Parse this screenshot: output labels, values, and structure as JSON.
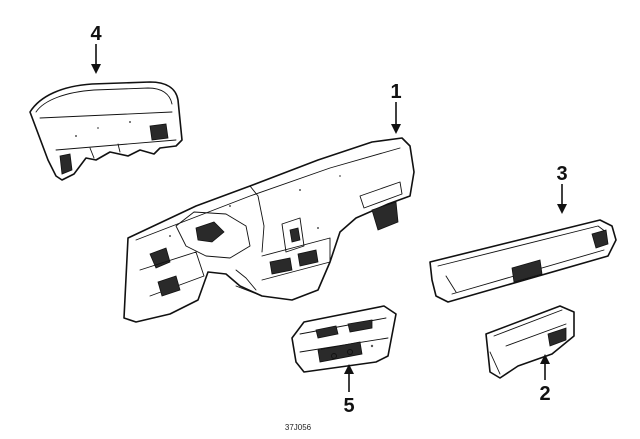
{
  "diagram": {
    "callouts": [
      {
        "id": "1",
        "label": "1",
        "part": "dashboard-panel"
      },
      {
        "id": "2",
        "label": "2",
        "part": "glove-box-bin"
      },
      {
        "id": "3",
        "label": "3",
        "part": "glove-box-door"
      },
      {
        "id": "4",
        "label": "4",
        "part": "instrument-cluster-hood"
      },
      {
        "id": "5",
        "label": "5",
        "part": "center-control-bezel"
      }
    ],
    "diagram_code": "37J056"
  }
}
